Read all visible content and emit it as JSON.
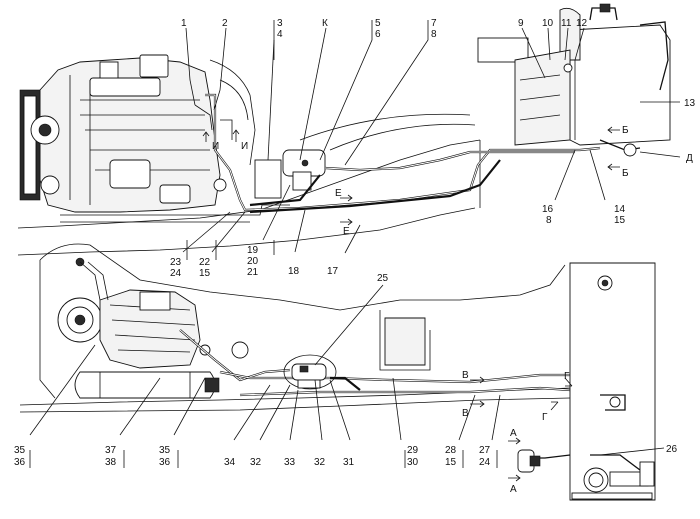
{
  "callouts": {
    "c1": "1",
    "c2": "2",
    "c3": "3",
    "c4": "4",
    "cK": "К",
    "c5": "5",
    "c6": "6",
    "c7": "7",
    "c8": "8",
    "c9": "9",
    "c10": "10",
    "c11": "11",
    "c12": "12",
    "c13": "13",
    "cD": "Д",
    "c16": "16",
    "c8b": "8",
    "c14": "14",
    "c15": "15",
    "c23": "23",
    "c24": "24",
    "c22": "22",
    "c15b": "15",
    "c19": "19",
    "c20": "20",
    "c21": "21",
    "c18": "18",
    "c17": "17",
    "c25": "25",
    "c26": "26",
    "c35": "35",
    "c36": "36",
    "c37": "37",
    "c38": "38",
    "c35b": "35",
    "c36b": "36",
    "c34": "34",
    "c32": "32",
    "c33": "33",
    "c32b": "32",
    "c31": "31",
    "c29": "29",
    "c30": "30",
    "c28": "28",
    "c15c": "15",
    "c27": "27",
    "c24b": "24"
  },
  "section_marks": {
    "I1": "И",
    "I2": "И",
    "B1": "Б",
    "B2": "Б",
    "E1": "Е",
    "E2": "Е",
    "V1": "В",
    "V2": "В",
    "G1": "Г",
    "G2": "Г",
    "A1": "А",
    "A2": "А"
  }
}
